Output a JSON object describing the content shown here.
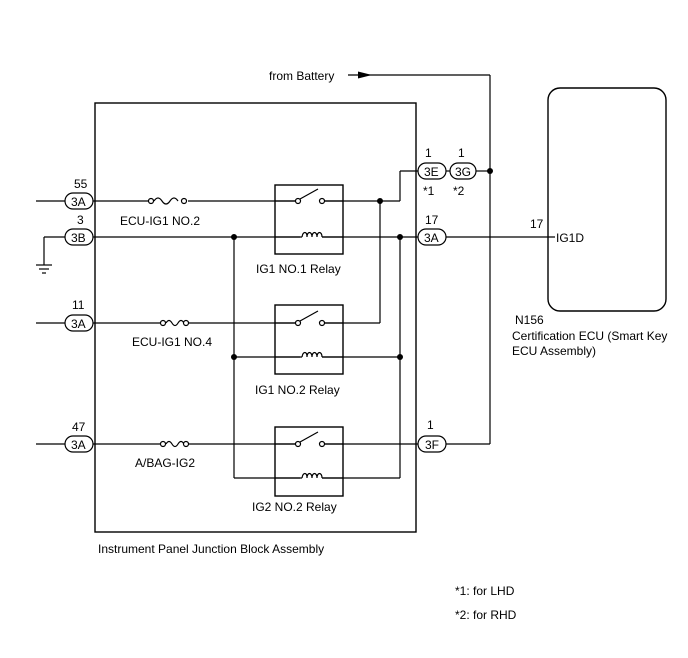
{
  "labels": {
    "from_battery": "from Battery",
    "block_title": "Instrument Panel Junction Block Assembly",
    "ecu_id": "N156",
    "ecu_name_1": "Certification ECU (Smart Key",
    "ecu_name_2": "ECU Assembly)",
    "ecu_pin_label": "IG1D",
    "note_1": "*1: for LHD",
    "note_2": "*2: for RHD"
  },
  "fuses": {
    "f1": "ECU-IG1 NO.2",
    "f2": "ECU-IG1 NO.4",
    "f3": "A/BAG-IG2"
  },
  "relays": {
    "r1": "IG1 NO.1 Relay",
    "r2": "IG1 NO.2 Relay",
    "r3": "IG2 NO.2 Relay"
  },
  "connectors": {
    "left_3a_55": {
      "pin": "55",
      "conn": "3A"
    },
    "left_3b_3": {
      "pin": "3",
      "conn": "3B"
    },
    "left_3a_11": {
      "pin": "11",
      "conn": "3A"
    },
    "left_3a_47": {
      "pin": "47",
      "conn": "3A"
    },
    "right_3e_1": {
      "pin": "1",
      "conn": "3E",
      "note": "*1"
    },
    "right_3g_1": {
      "pin": "1",
      "conn": "3G",
      "note": "*2"
    },
    "right_3a_17": {
      "pin": "17",
      "conn": "3A"
    },
    "right_3f_1": {
      "pin": "1",
      "conn": "3F"
    },
    "ecu_pin": "17"
  }
}
